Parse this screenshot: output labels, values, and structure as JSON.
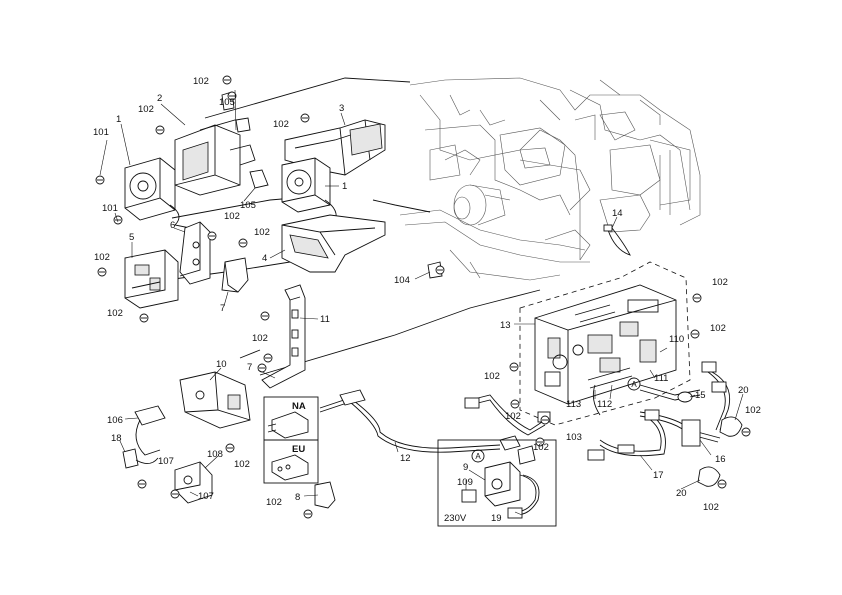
{
  "labels": {
    "p1a": "1",
    "p1b": "1",
    "p2": "2",
    "p3": "3",
    "p4": "4",
    "p5": "5",
    "p6": "6",
    "p7a": "7",
    "p7b": "7",
    "p8": "8",
    "p9": "9",
    "p10": "10",
    "p11": "11",
    "p12": "12",
    "p13": "13",
    "p14": "14",
    "p15": "15",
    "p16": "16",
    "p17": "17",
    "p18": "18",
    "p19": "19",
    "p20a": "20",
    "p20b": "20",
    "p101a": "101",
    "p101b": "101",
    "p102a": "102",
    "p102b": "102",
    "p102c": "102",
    "p102d": "102",
    "p102e": "102",
    "p102f": "102",
    "p102g": "102",
    "p102h": "102",
    "p102i": "102",
    "p102j": "102",
    "p102k": "102",
    "p102l": "102",
    "p102m": "102",
    "p102n": "102",
    "p102o": "102",
    "p102p": "102",
    "p102q": "102",
    "p102r": "102",
    "p103": "103",
    "p104": "104",
    "p105a": "105",
    "p105b": "105",
    "p106": "106",
    "p107a": "107",
    "p107b": "107",
    "p108": "108",
    "p109": "109",
    "p110": "110",
    "p111": "111",
    "p112": "112",
    "p113": "113"
  },
  "plug_box": {
    "na": "NA",
    "eu": "EU"
  },
  "detail_box": {
    "ref_a": "A",
    "ref_a_main": "A",
    "voltage": "230V"
  }
}
